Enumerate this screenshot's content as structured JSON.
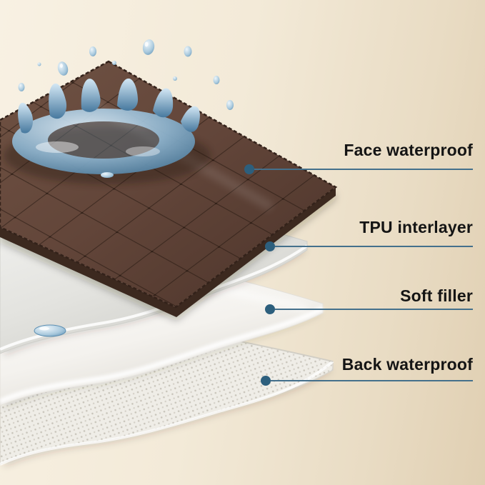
{
  "product_diagram": {
    "labels": [
      {
        "id": "face-waterproof",
        "text": "Face waterproof"
      },
      {
        "id": "tpu-interlayer",
        "text": "TPU interlayer"
      },
      {
        "id": "soft-filler",
        "text": "Soft filler"
      },
      {
        "id": "back-waterproof",
        "text": "Back waterproof"
      }
    ],
    "icons": [
      {
        "name": "water-splash-icon",
        "meaning": "water splash crown with droplets showing waterproof surface"
      },
      {
        "name": "water-drop-icon",
        "meaning": "water beads resting on TPU interlayer"
      },
      {
        "name": "marker-dot-icon",
        "meaning": "leader-line dot pointing at a fabric layer"
      }
    ],
    "colors": {
      "background_light": "#f8f1e3",
      "background_dark": "#e0cfb2",
      "face_layer_brown": "#5e4334",
      "face_layer_underside": "#3c291f",
      "tpu_layer_grey": "#e6e6e2",
      "soft_filler_white": "#fbfaf7",
      "back_layer_dotted": "#efede7",
      "water_blue": "#4e86aa",
      "marker_dot": "#2d5f7d",
      "leader_line": "#44708c",
      "label_text": "#141414"
    }
  }
}
